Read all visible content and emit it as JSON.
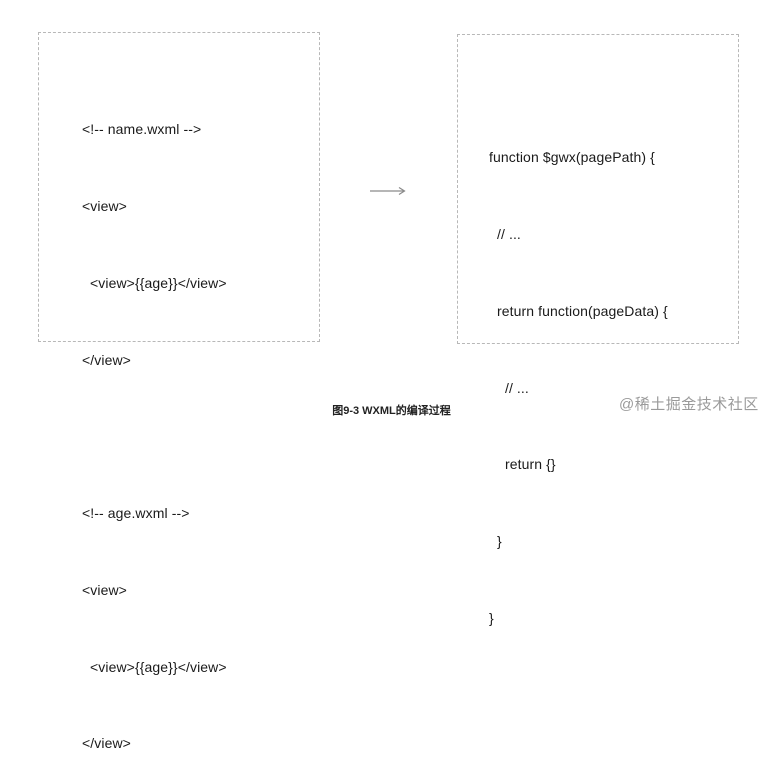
{
  "left_code": {
    "lines": [
      "<!-- name.wxml -->",
      "<view>",
      "  <view>{{age}}</view>",
      "</view>",
      "",
      "<!-- age.wxml -->",
      "<view>",
      "  <view>{{age}}</view>",
      "</view>"
    ]
  },
  "right_code": {
    "lines": [
      "function $gwx(pagePath) {",
      "  // ...",
      "  return function(pageData) {",
      "    // ...",
      "    return {}",
      "  }",
      "}"
    ]
  },
  "arrow_icon": "arrow-right-icon",
  "caption": "图9-3 WXML的编译过程",
  "watermark": "@稀土掘金技术社区"
}
